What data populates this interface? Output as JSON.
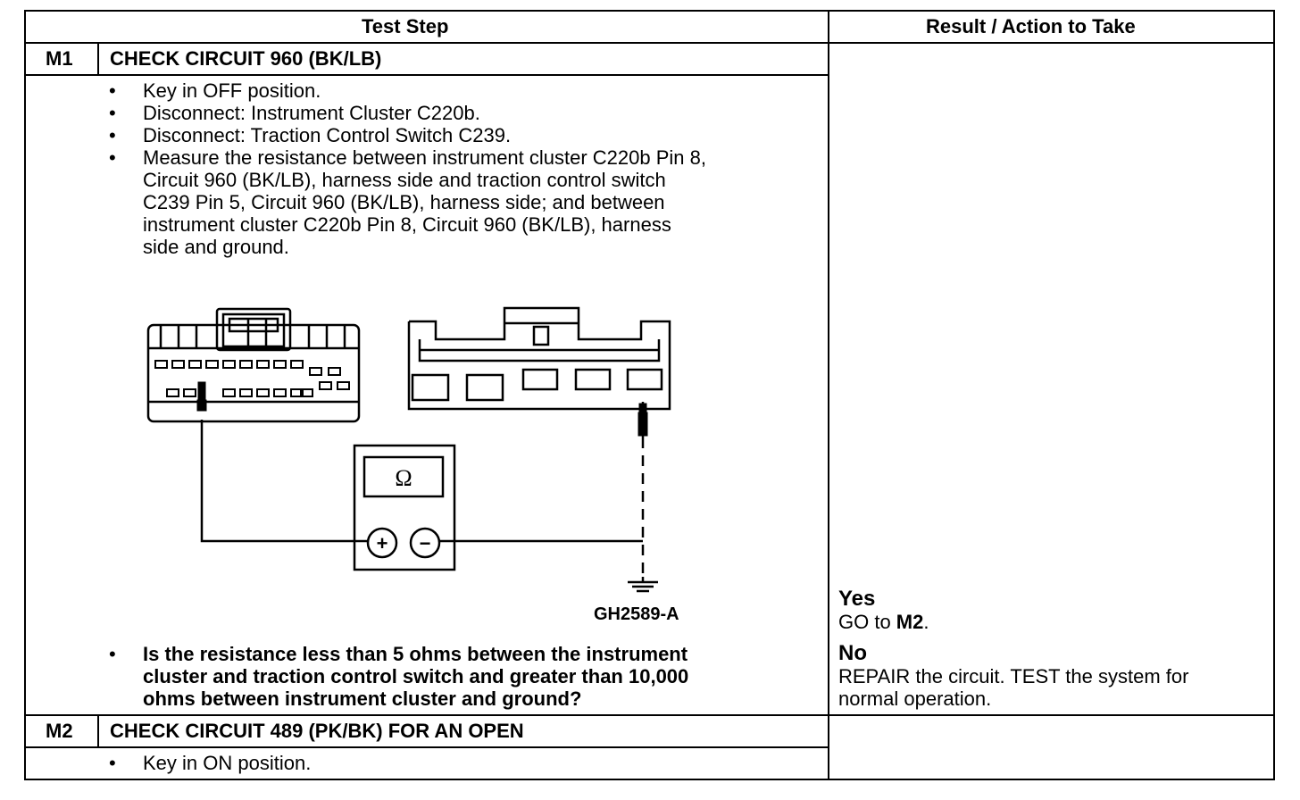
{
  "table": {
    "headers": {
      "test_step": "Test Step",
      "result_action": "Result / Action to Take"
    },
    "m1": {
      "id": "M1",
      "title": "CHECK CIRCUIT 960 (BK/LB)",
      "steps": [
        "Key in OFF position.",
        "Disconnect: Instrument Cluster C220b.",
        "Disconnect: Traction Control Switch C239."
      ],
      "measure_lines": [
        "Measure the resistance between instrument cluster C220b Pin 8,",
        "Circuit 960 (BK/LB), harness side and traction control switch",
        "C239 Pin 5, Circuit 960 (BK/LB), harness side; and between",
        "instrument cluster C220b Pin 8, Circuit 960 (BK/LB), harness",
        "side and ground."
      ],
      "figure_label": "GH2589-A",
      "question_lines": [
        "Is the resistance less than 5 ohms between the instrument",
        "cluster and traction control switch and greater than 10,000",
        "ohms between instrument cluster and ground?"
      ],
      "yes": {
        "label": "Yes",
        "prefix": "GO to ",
        "target": "M2",
        "suffix": "."
      },
      "no": {
        "label": "No",
        "lines": [
          "REPAIR the circuit. TEST the system for",
          "normal operation."
        ]
      }
    },
    "m2": {
      "id": "M2",
      "title": "CHECK CIRCUIT 489 (PK/BK) FOR AN OPEN",
      "steps": [
        "Key in ON position."
      ]
    }
  },
  "meter": {
    "symbol": "Ω",
    "plus": "+",
    "minus": "−"
  },
  "bullet_char": "•"
}
